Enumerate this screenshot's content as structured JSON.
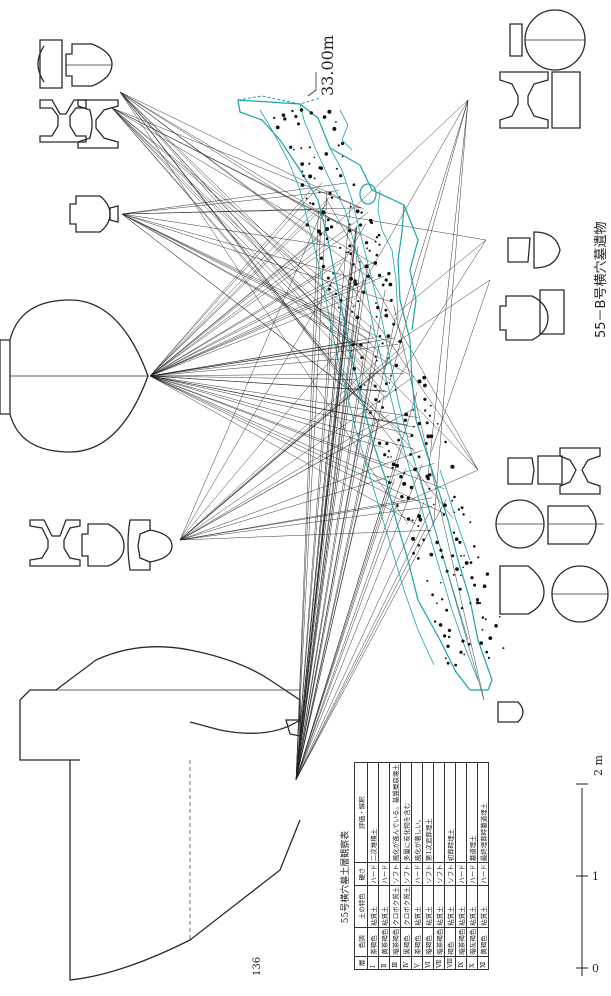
{
  "page_number": "136",
  "elevation_label": "33.00m",
  "figure_caption": "55－B号横穴墓遺物",
  "table": {
    "title": "55号横穴墓土層観察表",
    "headers": [
      "層",
      "色調",
      "土の特色",
      "硬さ",
      "評価・解釈"
    ],
    "rows": [
      {
        "layer": "Ⅰ",
        "color": "茶褐色",
        "soil": "粘質土",
        "hard": "ハード",
        "note": "二次堆積土"
      },
      {
        "layer": "Ⅱ",
        "color": "黄茶褐色",
        "soil": "粘質土",
        "hard": "ハード",
        "note": ""
      },
      {
        "layer": "Ⅲ",
        "color": "暗茶褐色",
        "soil": "クロボク質土",
        "hard": "ソフト",
        "note": "風化が進んでいる。基盤層崩壊土"
      },
      {
        "layer": "Ⅳ",
        "color": "黒褐色",
        "soil": "クロボク質土",
        "hard": "ソフト",
        "note": "多量に炭化物を含む"
      },
      {
        "layer": "Ⅴ",
        "color": "茶褐色",
        "soil": "粘質土",
        "hard": "ハード",
        "note": "風化が著しい。"
      },
      {
        "layer": "Ⅵ",
        "color": "暗褐色",
        "soil": "粘質土",
        "hard": "ソフト",
        "note": "第1次追葬埋土"
      },
      {
        "layer": "Ⅶ",
        "color": "暗茶褐色",
        "soil": "粘質土",
        "hard": "ソフト",
        "note": ""
      },
      {
        "layer": "Ⅷ",
        "color": "褐色",
        "soil": "粘質土",
        "hard": "ソフト",
        "note": "初葬時埋土"
      },
      {
        "layer": "Ⅸ",
        "color": "暗茶褐色",
        "soil": "粘質土",
        "hard": "ハード",
        "note": ""
      },
      {
        "layer": "Ⅹ",
        "color": "暗灰褐色",
        "soil": "粘質土",
        "hard": "ハード",
        "note": "墓道埋土"
      },
      {
        "layer": "Ⅺ",
        "color": "黄褐色",
        "soil": "粘質土",
        "hard": "ハード",
        "note": "最終埋葬時墓道埋土"
      }
    ]
  },
  "scale": {
    "ticks": [
      "0",
      "1",
      "2 m"
    ]
  },
  "colors": {
    "line": "#222222",
    "cyan": "#1aa3a8"
  }
}
